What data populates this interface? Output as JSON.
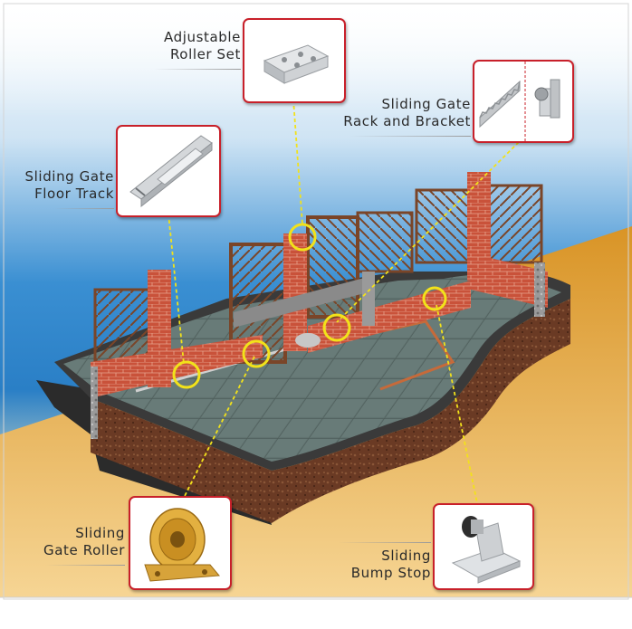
{
  "callouts": {
    "roller_set": {
      "line1": "Adjustable",
      "line2": "Roller Set",
      "icon": "roller-set-bracket-icon"
    },
    "rack_bracket": {
      "line1": "Sliding Gate",
      "line2": "Rack and Bracket",
      "icon": "gear-rack-bracket-icon"
    },
    "floor_track": {
      "line1": "Sliding Gate",
      "line2": "Floor Track",
      "icon": "floor-track-rail-icon"
    },
    "gate_roller": {
      "line1": "Sliding",
      "line2": "Gate Roller",
      "icon": "grooved-wheel-icon"
    },
    "bump_stop": {
      "line1": "Sliding",
      "line2": "Bump Stop",
      "icon": "bump-stop-icon"
    }
  },
  "colors": {
    "sky_top": "#ffffff",
    "sky_blue": "#2f86cc",
    "ground_orange": "#e3a12a",
    "brick": "#c9523a",
    "fence": "#7a4528",
    "paving": "#5d6d6a",
    "highlight": "#f2e21a",
    "frame_red": "#c8202a"
  }
}
